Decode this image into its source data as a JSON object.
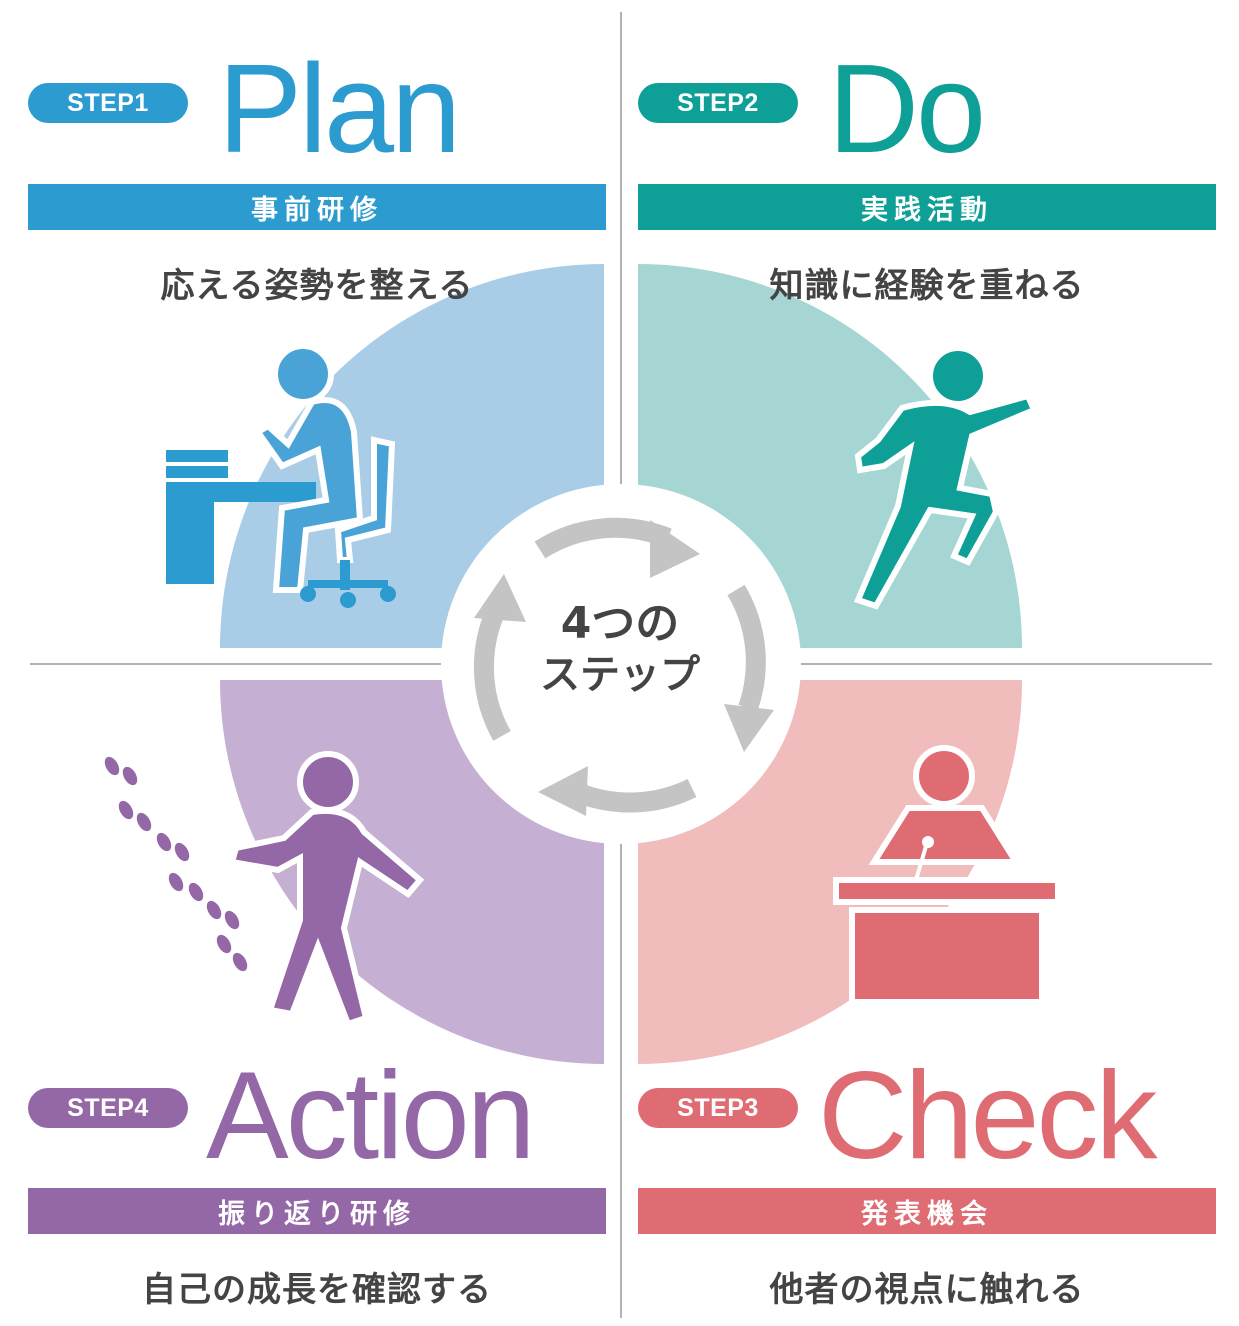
{
  "center": {
    "line1": "4つの",
    "line2": "ステップ"
  },
  "colors": {
    "plan": "#2b9bd0",
    "plan_light": "#a9cde6",
    "do": "#0e9f97",
    "do_light": "#a5d6d3",
    "check": "#df6b73",
    "check_light": "#f1bcbc",
    "action": "#9467a6",
    "action_light": "#c5b0d4",
    "arrow": "#c4c4c4",
    "text": "#444444"
  },
  "steps": {
    "plan": {
      "badge": "STEP1",
      "title": "Plan",
      "label": "事前研修",
      "desc": "応える姿勢を整える",
      "icon": "desk-worker-icon"
    },
    "do": {
      "badge": "STEP2",
      "title": "Do",
      "label": "実践活動",
      "desc": "知識に経験を重ねる",
      "icon": "running-person-icon"
    },
    "check": {
      "badge": "STEP3",
      "title": "Check",
      "label": "発表機会",
      "desc": "他者の視点に触れる",
      "icon": "podium-speaker-icon"
    },
    "action": {
      "badge": "STEP4",
      "title": "Action",
      "label": "振り返り研修",
      "desc": "自己の成長を確認する",
      "icon": "walking-person-footprints-icon"
    }
  }
}
